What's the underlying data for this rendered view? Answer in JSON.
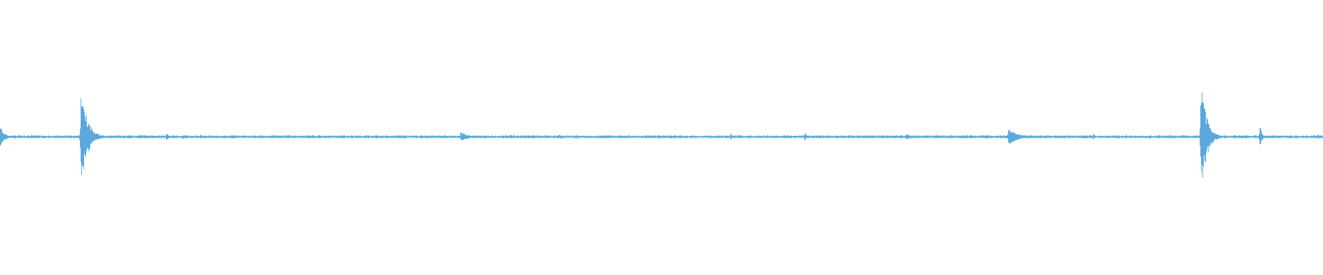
{
  "waveform": {
    "color": "#5ba8dc",
    "background": "#ffffff",
    "amplitude_scale": 1.0,
    "noise_floor": 0.012,
    "events": [
      {
        "t": 0.0,
        "amp": 0.1,
        "decay": 0.003,
        "sym": 1.0
      },
      {
        "t": 0.061,
        "amp": 0.49,
        "decay": 0.0045,
        "sym": 0.98
      },
      {
        "t": 0.1255,
        "amp": 0.03,
        "decay": 0.003,
        "sym": 1.0
      },
      {
        "t": 0.155,
        "amp": 0.02,
        "decay": 0.001,
        "sym": 1.0
      },
      {
        "t": 0.212,
        "amp": 0.02,
        "decay": 0.001,
        "sym": 1.0
      },
      {
        "t": 0.348,
        "amp": 0.05,
        "decay": 0.006,
        "sym": 1.0
      },
      {
        "t": 0.422,
        "amp": 0.02,
        "decay": 0.003,
        "sym": 1.0
      },
      {
        "t": 0.552,
        "amp": 0.03,
        "decay": 0.002,
        "sym": 1.0
      },
      {
        "t": 0.608,
        "amp": 0.05,
        "decay": 0.0012,
        "sym": 1.0
      },
      {
        "t": 0.685,
        "amp": 0.03,
        "decay": 0.003,
        "sym": 1.0
      },
      {
        "t": 0.744,
        "amp": 0.02,
        "decay": 0.008,
        "sym": 1.0
      },
      {
        "t": 0.762,
        "amp": 0.08,
        "decay": 0.007,
        "sym": 1.0
      },
      {
        "t": 0.826,
        "amp": 0.03,
        "decay": 0.002,
        "sym": 1.0
      },
      {
        "t": 0.845,
        "amp": 0.02,
        "decay": 0.001,
        "sym": 1.0
      },
      {
        "t": 0.9075,
        "amp": 0.55,
        "decay": 0.004,
        "sym": 1.0
      },
      {
        "t": 0.952,
        "amp": 0.12,
        "decay": 0.0015,
        "sym": 1.0
      },
      {
        "t": 0.996,
        "amp": 0.03,
        "decay": 0.001,
        "sym": 1.0
      }
    ]
  }
}
